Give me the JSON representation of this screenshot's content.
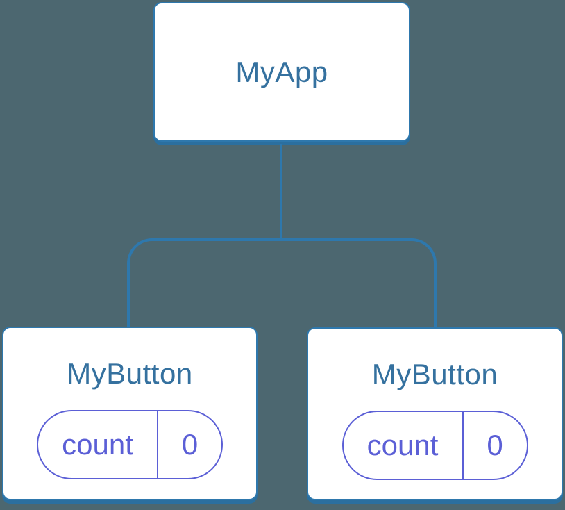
{
  "colors": {
    "bg": "#4C6770",
    "line-blue": "#2E78AD",
    "shadow-blue": "#2B6F9F",
    "text-blue": "#35719F",
    "purple": "#5B5FD6",
    "card-bg": "#FFFFFF"
  },
  "tree": {
    "root": {
      "label": "MyApp"
    },
    "children": [
      {
        "label": "MyButton",
        "state": {
          "key": "count",
          "value": "0"
        }
      },
      {
        "label": "MyButton",
        "state": {
          "key": "count",
          "value": "0"
        }
      }
    ]
  }
}
